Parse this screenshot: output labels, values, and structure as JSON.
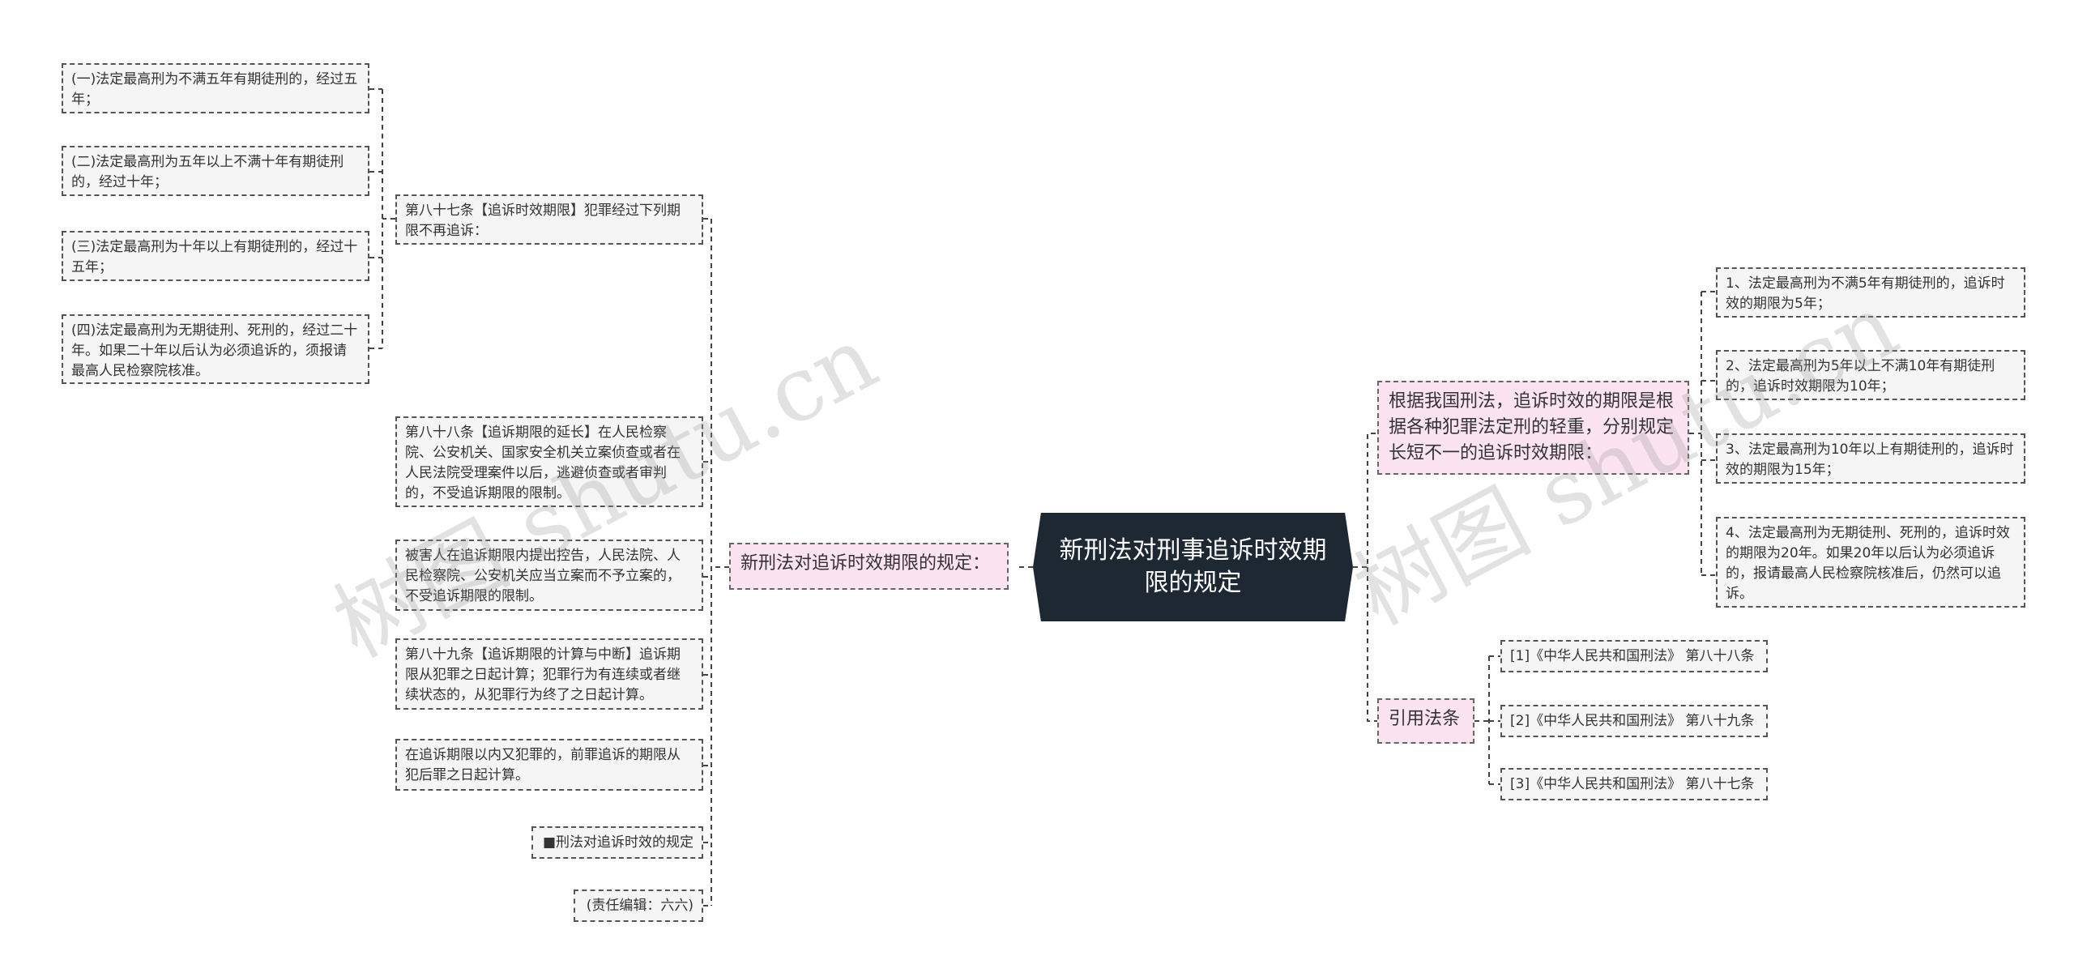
{
  "root": {
    "title": "新刑法对刑事追诉时效期限的规定"
  },
  "left_branch": {
    "label": "新刑法对追诉时效期限的规定：",
    "items": [
      {
        "text": "第八十七条【追诉时效期限】犯罪经过下列期限不再追诉：",
        "children": [
          "(一)法定最高刑为不满五年有期徒刑的，经过五年；",
          "(二)法定最高刑为五年以上不满十年有期徒刑的，经过十年；",
          "(三)法定最高刑为十年以上有期徒刑的，经过十五年；",
          "(四)法定最高刑为无期徒刑、死刑的，经过二十年。如果二十年以后认为必须追诉的，须报请最高人民检察院核准。"
        ]
      },
      {
        "text": "第八十八条【追诉期限的延长】在人民检察院、公安机关、国家安全机关立案侦查或者在人民法院受理案件以后，逃避侦查或者审判的，不受追诉期限的限制。"
      },
      {
        "text": "被害人在追诉期限内提出控告，人民法院、人民检察院、公安机关应当立案而不予立案的，不受追诉期限的限制。"
      },
      {
        "text": "第八十九条【追诉期限的计算与中断】追诉期限从犯罪之日起计算；犯罪行为有连续或者继续状态的，从犯罪行为终了之日起计算。"
      },
      {
        "text": "在追诉期限以内又犯罪的，前罪追诉的期限从犯后罪之日起计算。"
      },
      {
        "text": "■刑法对追诉时效的规定"
      },
      {
        "text": "(责任编辑：六六)"
      }
    ]
  },
  "right_branch_1": {
    "label": "根据我国刑法，追诉时效的期限是根据各种犯罪法定刑的轻重，分别规定长短不一的追诉时效期限：",
    "items": [
      "1、法定最高刑为不满5年有期徒刑的，追诉时效的期限为5年；",
      "2、法定最高刑为5年以上不满10年有期徒刑的，追诉时效期限为10年；",
      "3、法定最高刑为10年以上有期徒刑的，追诉时效的期限为15年；",
      "4、法定最高刑为无期徒刑、死刑的，追诉时效的期限为20年。如果20年以后认为必须追诉的，报请最高人民检察院核准后，仍然可以追诉。"
    ]
  },
  "right_branch_2": {
    "label": "引用法条",
    "items": [
      "[1]《中华人民共和国刑法》 第八十八条",
      "[2]《中华人民共和国刑法》 第八十九条",
      "[3]《中华人民共和国刑法》 第八十七条"
    ]
  },
  "watermark": [
    "树图 shutu.cn",
    "树图 shutu.cn"
  ],
  "colors": {
    "root_bg": "#1e2833",
    "branch_bg": "#fbe3f2",
    "leaf_bg": "#f5f5f5",
    "border": "#555555"
  }
}
